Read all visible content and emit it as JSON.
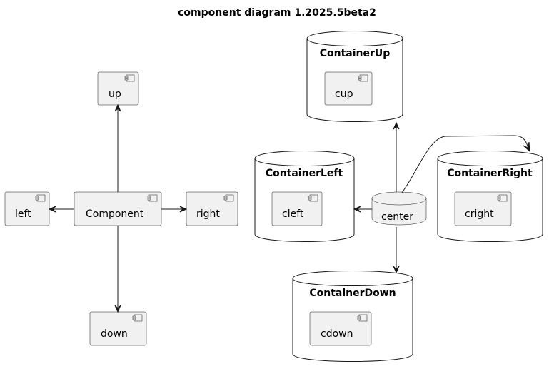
{
  "title": "component diagram 1.2025.5beta2",
  "components": {
    "up": "up",
    "left": "left",
    "component": "Component",
    "right": "right",
    "down": "down",
    "cup": "cup",
    "cleft": "cleft",
    "cright": "cright",
    "cdown": "cdown"
  },
  "databases": {
    "center": "center",
    "container_up": "ContainerUp",
    "container_left": "ContainerLeft",
    "container_right": "ContainerRight",
    "container_down": "ContainerDown"
  },
  "colors": {
    "component_fill": "#f1f1f1",
    "stroke": "#181818",
    "background": "#ffffff"
  }
}
